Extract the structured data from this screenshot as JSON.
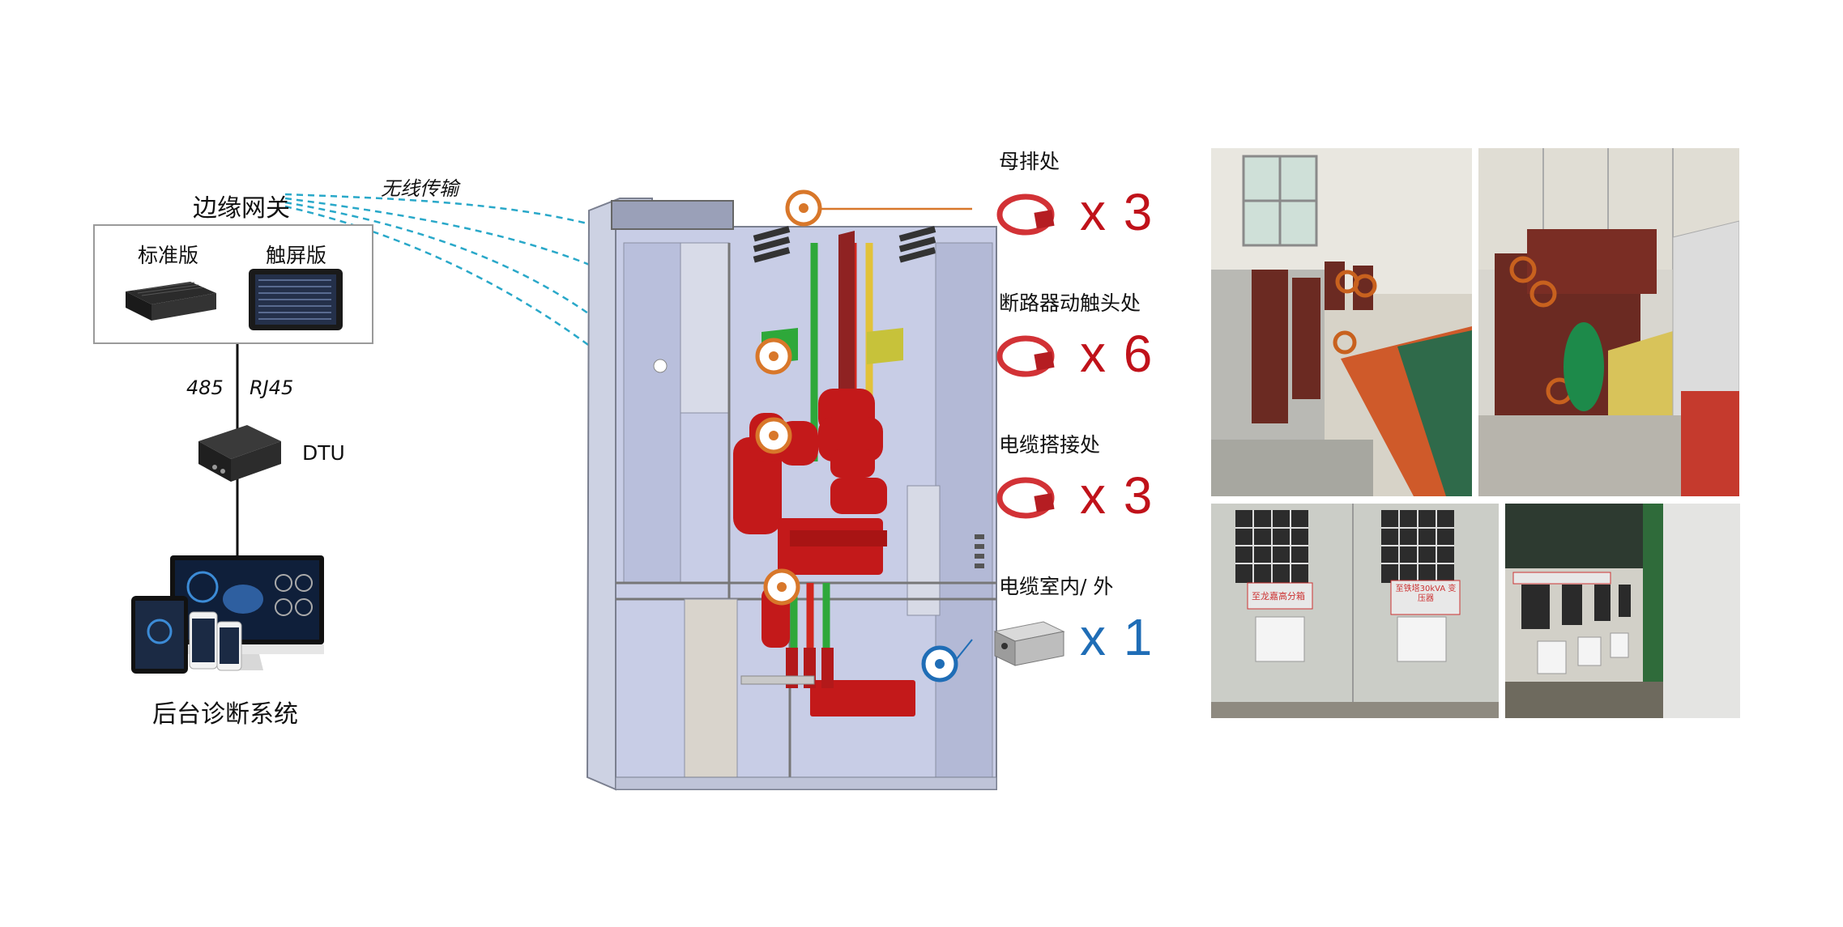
{
  "left": {
    "gateway_label": "边缘网关",
    "wireless_label": "无线传输",
    "standard_label": "标准版",
    "touch_label": "触屏版",
    "link_485": "485",
    "link_rj45": "RJ45",
    "dtu_label": "DTU",
    "backend_label": "后台诊断系统"
  },
  "callouts": [
    {
      "label": "母排处",
      "count": "x 3",
      "color": "#c0121a"
    },
    {
      "label": "断路器动触头处",
      "count": "x 6",
      "color": "#c0121a"
    },
    {
      "label": "电缆搭接处",
      "count": "x 3",
      "color": "#c0121a"
    },
    {
      "label": "电缆室内/ 外",
      "count": "x 1",
      "color": "#1f6db6"
    }
  ],
  "photos": {
    "sign1": "至龙嘉高分箱",
    "sign2": "至铁塔30kVA 变压器"
  },
  "colors": {
    "accent_red": "#c0121a",
    "accent_blue": "#1f6db6",
    "marker_orange": "#d8772a",
    "wireless_line": "#29a8c9"
  }
}
